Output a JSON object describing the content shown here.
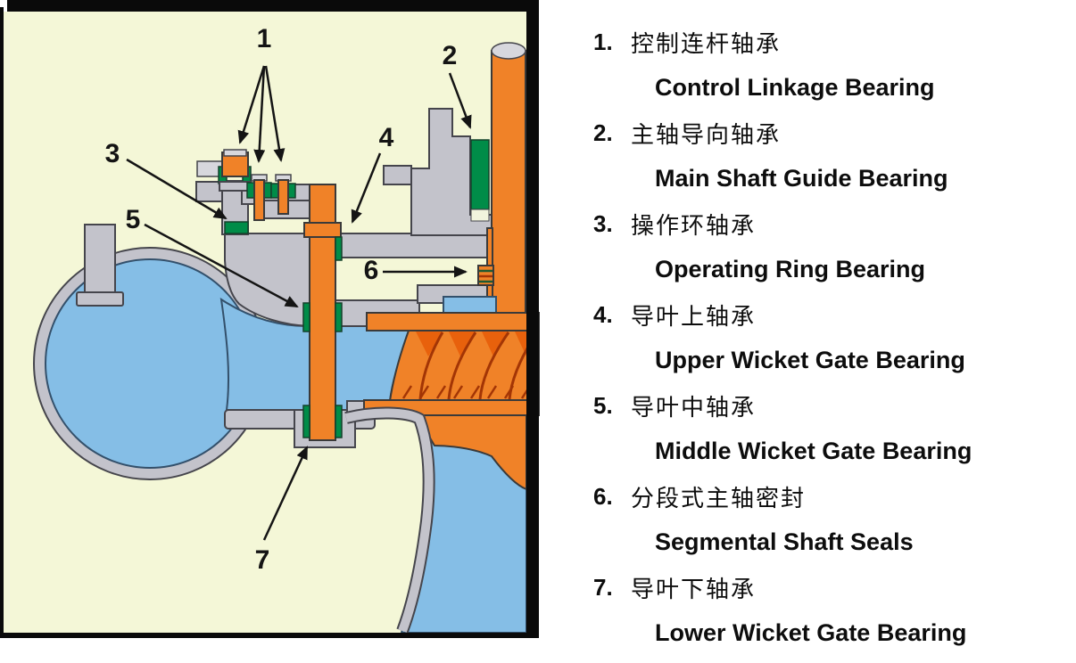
{
  "diagram": {
    "callouts": [
      "1",
      "2",
      "3",
      "4",
      "5",
      "6",
      "7"
    ],
    "parts": [
      "control-linkage-bearing",
      "main-shaft-guide-bearing",
      "operating-ring-bearing",
      "upper-wicket-gate-bearing",
      "middle-wicket-gate-bearing",
      "segmental-shaft-seals",
      "lower-wicket-gate-bearing"
    ],
    "colors": {
      "background": "#f4f7d7",
      "housing_gray": "#c3c3cb",
      "shaft_orange": "#f08228",
      "runner_dark_orange": "#e8610c",
      "bearing_green": "#008c48",
      "water_blue": "#85bee6",
      "blade_red": "#a33505",
      "frame_black": "#0a0a0a"
    }
  },
  "legend": {
    "items": [
      {
        "num": "1.",
        "cn": "控制连杆轴承",
        "en": "Control Linkage Bearing"
      },
      {
        "num": "2.",
        "cn": "主轴导向轴承",
        "en": "Main Shaft Guide Bearing"
      },
      {
        "num": "3.",
        "cn": "操作环轴承",
        "en": "Operating Ring Bearing"
      },
      {
        "num": "4.",
        "cn": "导叶上轴承",
        "en": "Upper Wicket Gate Bearing"
      },
      {
        "num": "5.",
        "cn": "导叶中轴承",
        "en": "Middle Wicket Gate Bearing"
      },
      {
        "num": "6.",
        "cn": "分段式主轴密封",
        "en": "Segmental Shaft Seals"
      },
      {
        "num": "7.",
        "cn": "导叶下轴承",
        "en": "Lower Wicket Gate Bearing"
      }
    ]
  }
}
